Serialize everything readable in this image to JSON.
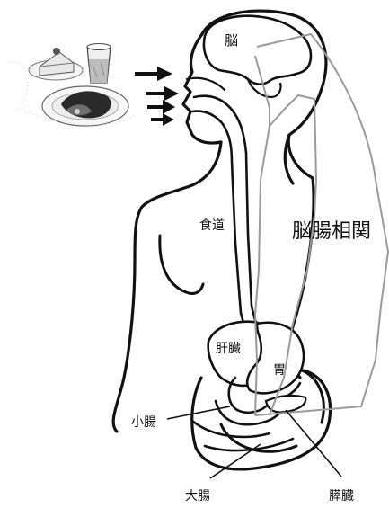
{
  "labels": {
    "brain": "脳",
    "esophagus": "食道",
    "gut_brain_axis": "脳腸相関",
    "liver": "肝臓",
    "stomach": "胃",
    "small_intestine": "小腸",
    "large_intestine": "大腸",
    "pancreas": "膵臓"
  },
  "food_items": [
    "cake-slice",
    "glass-of-drink",
    "plate-with-meal"
  ],
  "arrow_icons": [
    "arrow-right-icon",
    "arrow-right-icon",
    "arrow-right-icon",
    "arrow-right-icon"
  ],
  "colors": {
    "line": "#111111",
    "connector": "#9a9a9a",
    "body_fill": "#ffffff",
    "food_shading": "#888888"
  }
}
